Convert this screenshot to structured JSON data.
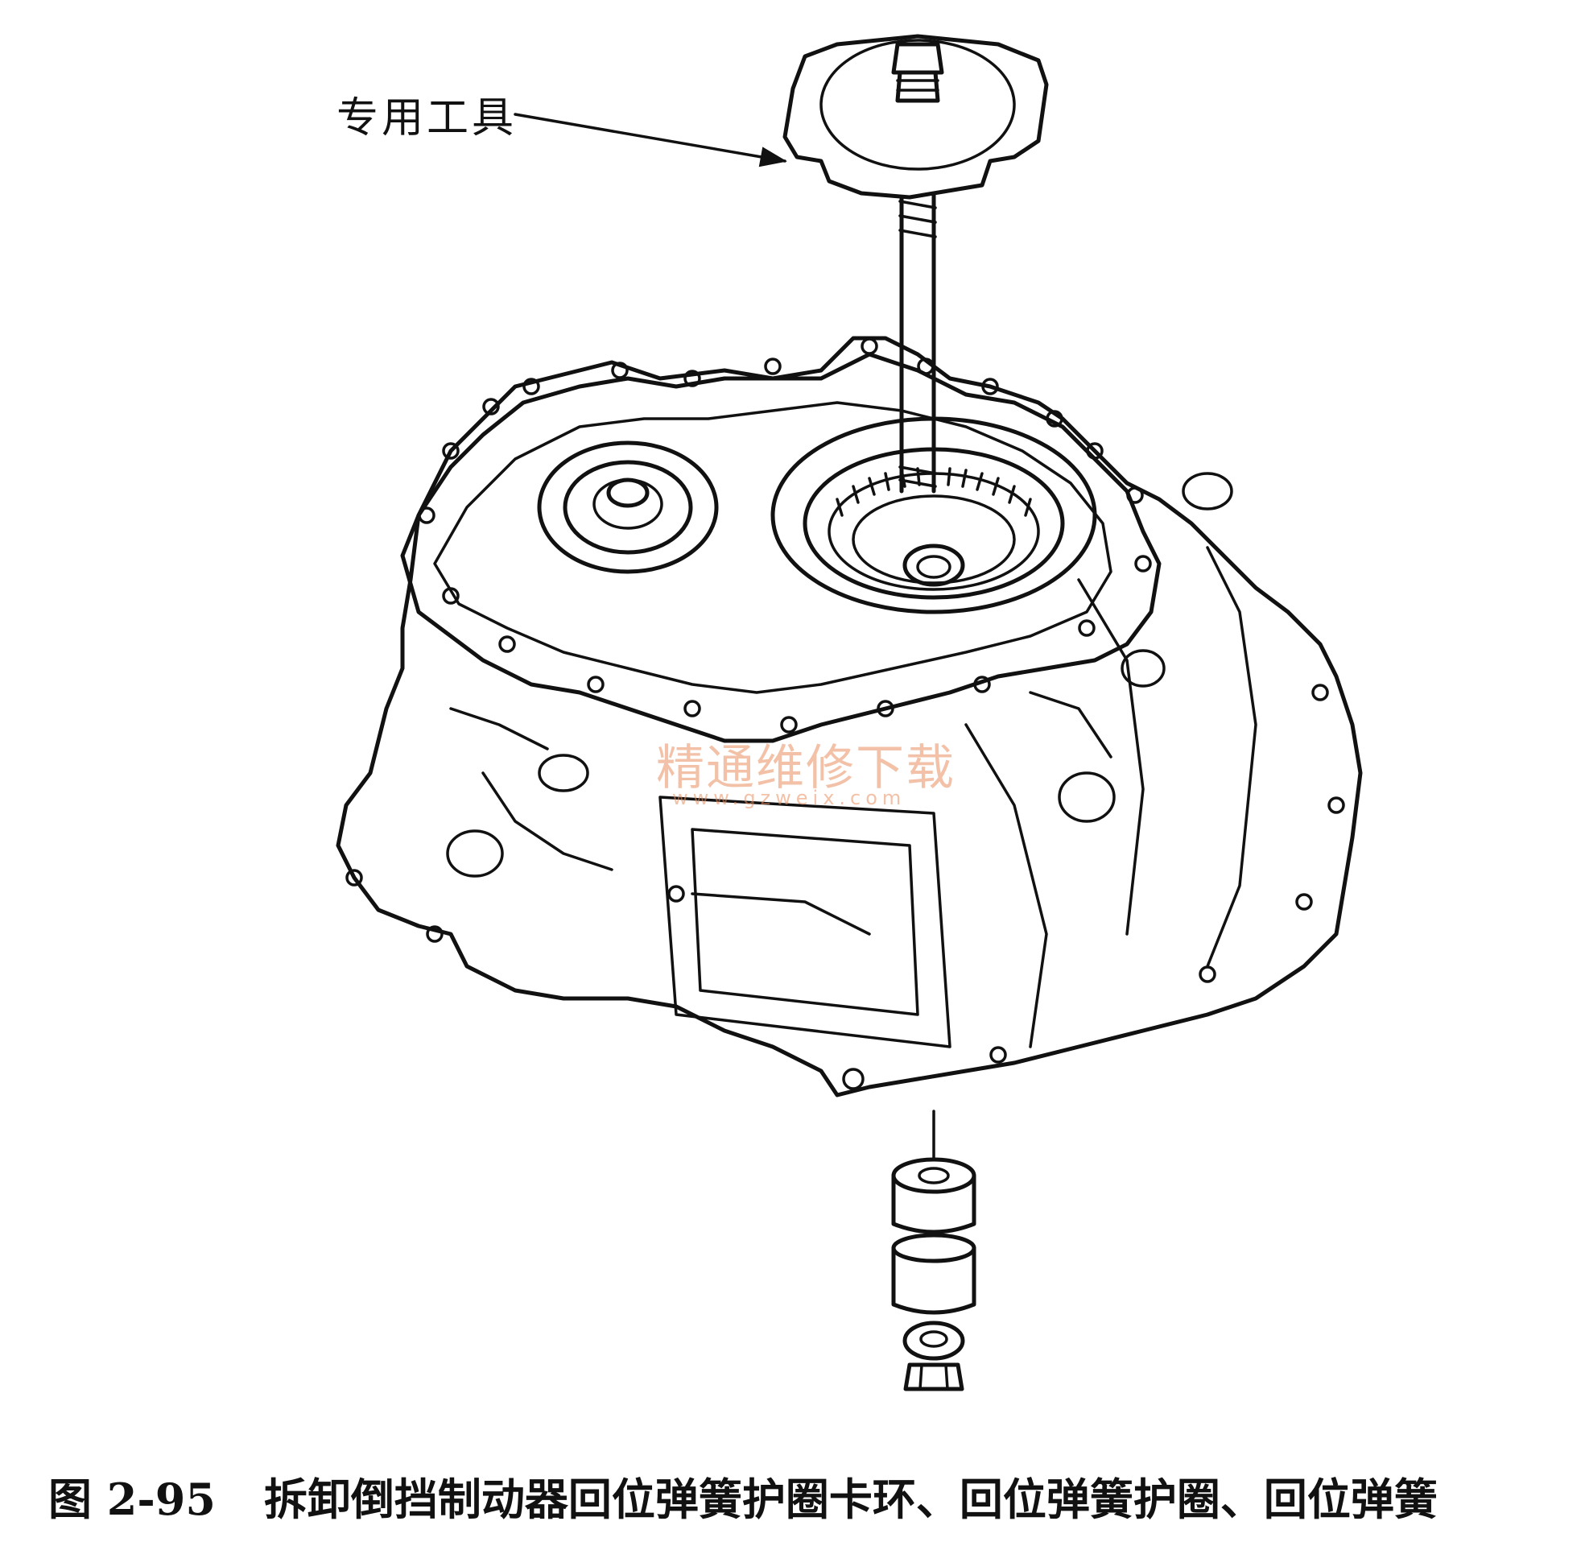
{
  "figure": {
    "callout_label": "专用工具",
    "watermark_text": "精通维修下载",
    "watermark_url": "www.gzweix.com",
    "caption_number": "图 2-95",
    "caption_text": "拆卸倒挡制动器回位弹簧护圈卡环、回位弹簧护圈、回位弹簧"
  }
}
